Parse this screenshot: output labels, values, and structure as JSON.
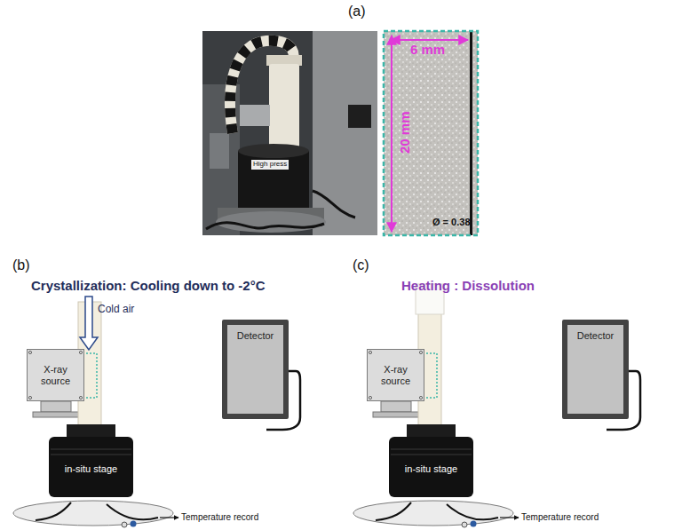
{
  "diagram": {
    "nodes": [
      {
        "text": [
          "X-ray source"
        ]
      },
      {
        "text": [
          "Detector"
        ]
      },
      {
        "text": [
          "in-situ stage"
        ]
      },
      {
        "text": [
          "X-ray source"
        ]
      },
      {
        "text": [
          "Detector"
        ]
      },
      {
        "text": [
          "in-situ stage"
        ]
      }
    ],
    "labels": [
      "(a)",
      "High press",
      "6 mm",
      "20 mm",
      "Ø = 0.38",
      "(b)",
      "Crystallization: Cooling down to -2°C",
      "Cold air",
      "Temperature record",
      "(c)",
      "Heating : Dissolution",
      "Temperature record"
    ]
  }
}
